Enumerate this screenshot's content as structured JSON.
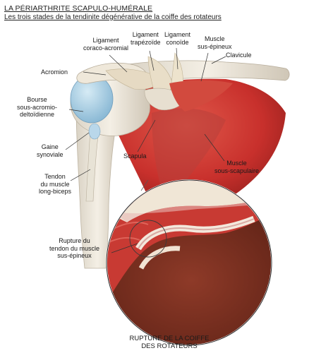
{
  "header": {
    "title": "LA PÉRIARTHRITE SCAPULO-HUMÉRALE",
    "subtitle": "Les trois stades de la tendinite dégénérative de la coiffe des rotateurs"
  },
  "labels": {
    "ligament_coraco_acromial": "Ligament\ncoraco-acromial",
    "ligament_trapezoide": "Ligament\ntrapézoïde",
    "ligament_conoide": "Ligament\nconoïde",
    "muscle_sus_epineux": "Muscle\nsus-épineux",
    "clavicule": "Clavicule",
    "acromion": "Acromion",
    "bourse": "Bourse\nsous-acromio-\ndeltoïdienne",
    "gaine": "Gaine\nsynoviale",
    "tendon_biceps": "Tendon\ndu muscle\nlong-biceps",
    "scapula": "Scapula",
    "muscle_sous_scapulaire": "Muscle\nsous-scapulaire",
    "rupture_tendon": "Rupture du\ntendon du muscle\nsus-épineux"
  },
  "caption": "RUPTURE DE LA COIFFE\nDES ROTATEURS",
  "colors": {
    "muscle": "#c8302c",
    "bone": "#ece6da",
    "bursa": "#a9cde3",
    "ligament": "#e8dcc4",
    "marrow": "#7a2e20"
  }
}
